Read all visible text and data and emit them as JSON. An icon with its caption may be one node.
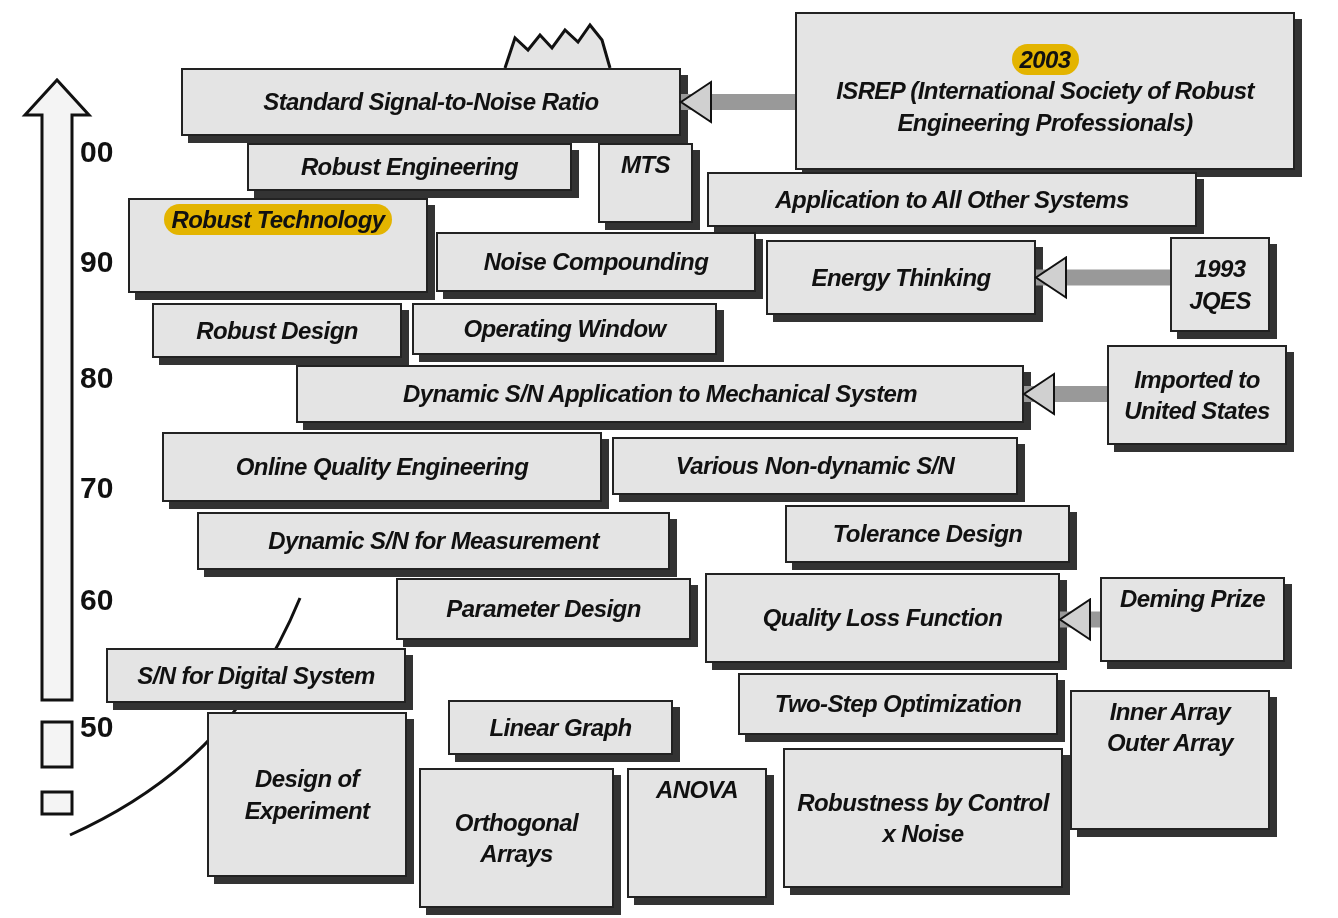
{
  "diagram": {
    "nodes": [
      {
        "text": [
          "2003",
          "ISREP (International Society of Robust Engineering Professionals)"
        ]
      },
      {
        "text": [
          "Standard Signal-to-Noise Ratio"
        ]
      },
      {
        "text": [
          "Robust Engineering"
        ]
      },
      {
        "text": [
          "MTS"
        ]
      },
      {
        "text": [
          "Application to All Other Systems"
        ]
      },
      {
        "text": [
          "Robust Technology"
        ]
      },
      {
        "text": [
          "Noise Compounding"
        ]
      },
      {
        "text": [
          "1993 JQES"
        ]
      },
      {
        "text": [
          "Energy Thinking"
        ]
      },
      {
        "text": [
          "Robust Design"
        ]
      },
      {
        "text": [
          "Operating Window"
        ]
      },
      {
        "text": [
          "Dynamic S/N Application to Mechanical System"
        ]
      },
      {
        "text": [
          "Imported to United States"
        ]
      },
      {
        "text": [
          "Online  Quality Engineering"
        ]
      },
      {
        "text": [
          "Various Non-dynamic S/N"
        ]
      },
      {
        "text": [
          "Dynamic S/N for Measurement"
        ]
      },
      {
        "text": [
          "Tolerance  Design"
        ]
      },
      {
        "text": [
          "Parameter Design"
        ]
      },
      {
        "text": [
          "Quality Loss Function"
        ]
      },
      {
        "text": [
          "Deming Prize"
        ]
      },
      {
        "text": [
          "S/N for Digital System"
        ]
      },
      {
        "text": [
          "Two-Step  Optimization"
        ]
      },
      {
        "text": [
          "Linear Graph"
        ]
      },
      {
        "text": [
          "Inner Array Outer Array"
        ]
      },
      {
        "text": [
          "Design of Experiment"
        ]
      },
      {
        "text": [
          "Orthogonal Arrays"
        ]
      },
      {
        "text": [
          "ANOVA"
        ]
      },
      {
        "text": [
          "Robustness by Control x Noise"
        ]
      }
    ],
    "edges": [
      {
        "from": 0,
        "to": 1,
        "arrow": "to"
      },
      {
        "from": 7,
        "to": 8,
        "arrow": "to"
      },
      {
        "from": 12,
        "to": 11,
        "arrow": "to"
      },
      {
        "from": 19,
        "to": 18,
        "arrow": "to"
      }
    ],
    "labels": [
      "00",
      "90",
      "80",
      "70",
      "60",
      "50"
    ]
  }
}
